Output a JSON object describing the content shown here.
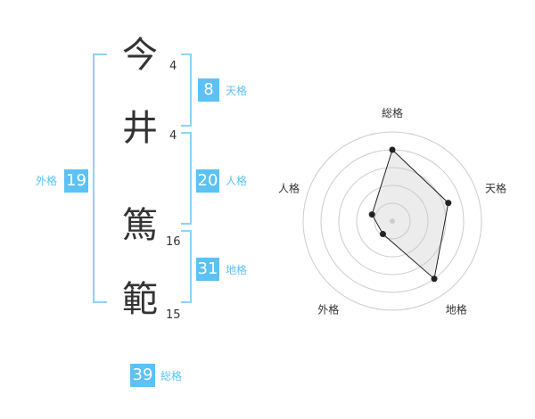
{
  "characters": [
    {
      "char": "今",
      "strokes": "4"
    },
    {
      "char": "井",
      "strokes": "4"
    },
    {
      "char": "篤",
      "strokes": "16"
    },
    {
      "char": "範",
      "strokes": "15"
    }
  ],
  "kaku": {
    "ten": {
      "value": "8",
      "label": "天格"
    },
    "jin": {
      "value": "20",
      "label": "人格"
    },
    "chi": {
      "value": "31",
      "label": "地格"
    },
    "gai": {
      "value": "19",
      "label": "外格"
    },
    "sou": {
      "value": "39",
      "label": "総格"
    }
  },
  "colors": {
    "accent": "#5cc1f4",
    "bracket": "#8dd3f7",
    "text": "#333333"
  },
  "chart_data": {
    "type": "radar",
    "axes": [
      "総格",
      "天格",
      "地格",
      "外格",
      "人格"
    ],
    "values": [
      4.0,
      3.3,
      4.0,
      0.9,
      1.2
    ],
    "rmax": 5,
    "rings": 5
  }
}
